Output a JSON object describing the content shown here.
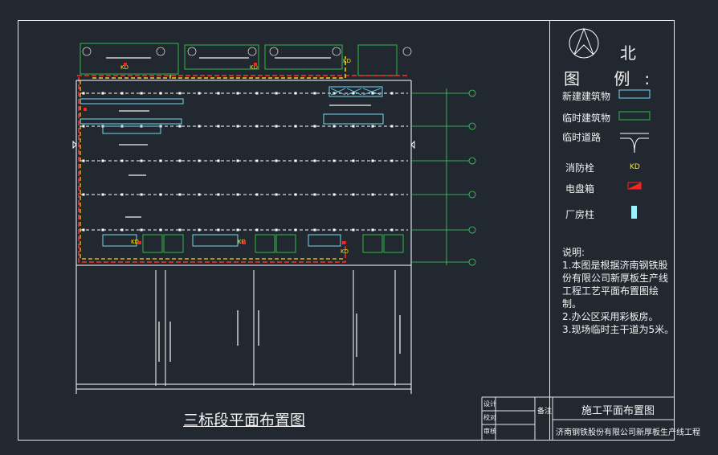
{
  "compass": {
    "north_label": "北"
  },
  "legend": {
    "title": "图 例:",
    "items": [
      {
        "label": "新建建筑物",
        "symbol": "rect-outline-cyan"
      },
      {
        "label": "临时建筑物",
        "symbol": "rect-outline-green"
      },
      {
        "label": "临时道路",
        "symbol": "road-junction"
      },
      {
        "label": "消防栓",
        "symbol": "hydrant-icon"
      },
      {
        "label": "电盘箱",
        "symbol": "panel-box-icon"
      },
      {
        "label": "厂房柱",
        "symbol": "column-icon"
      }
    ]
  },
  "notes": {
    "heading": "说明:",
    "lines": [
      "1.本图是根据济南钢铁股份有限公司新厚板生产线工程工艺平面布置图绘制。",
      "2.办公区采用彩板房。",
      "3.现场临时主干道为5米。"
    ]
  },
  "plan_title": "三标段平面布置图",
  "title_block": {
    "drawing_name": "施工平面布置图",
    "project": "济南钢铁股份有限公司新厚板生产线工程",
    "remark_label": "备注",
    "rows": [
      "设计",
      "校对",
      "审核"
    ]
  },
  "colors": {
    "background": "#212830",
    "frame": "#e6e6e6",
    "new_building": "#78d7f0",
    "temp_building": "#33b84a",
    "road": "#ffffff",
    "fence": "#ffd21f",
    "boundary": "#ff3030",
    "hydrant": "#ffe400",
    "panel": "#ff2020",
    "column": "#9ff0ff",
    "grid_axis": "#42d266"
  }
}
